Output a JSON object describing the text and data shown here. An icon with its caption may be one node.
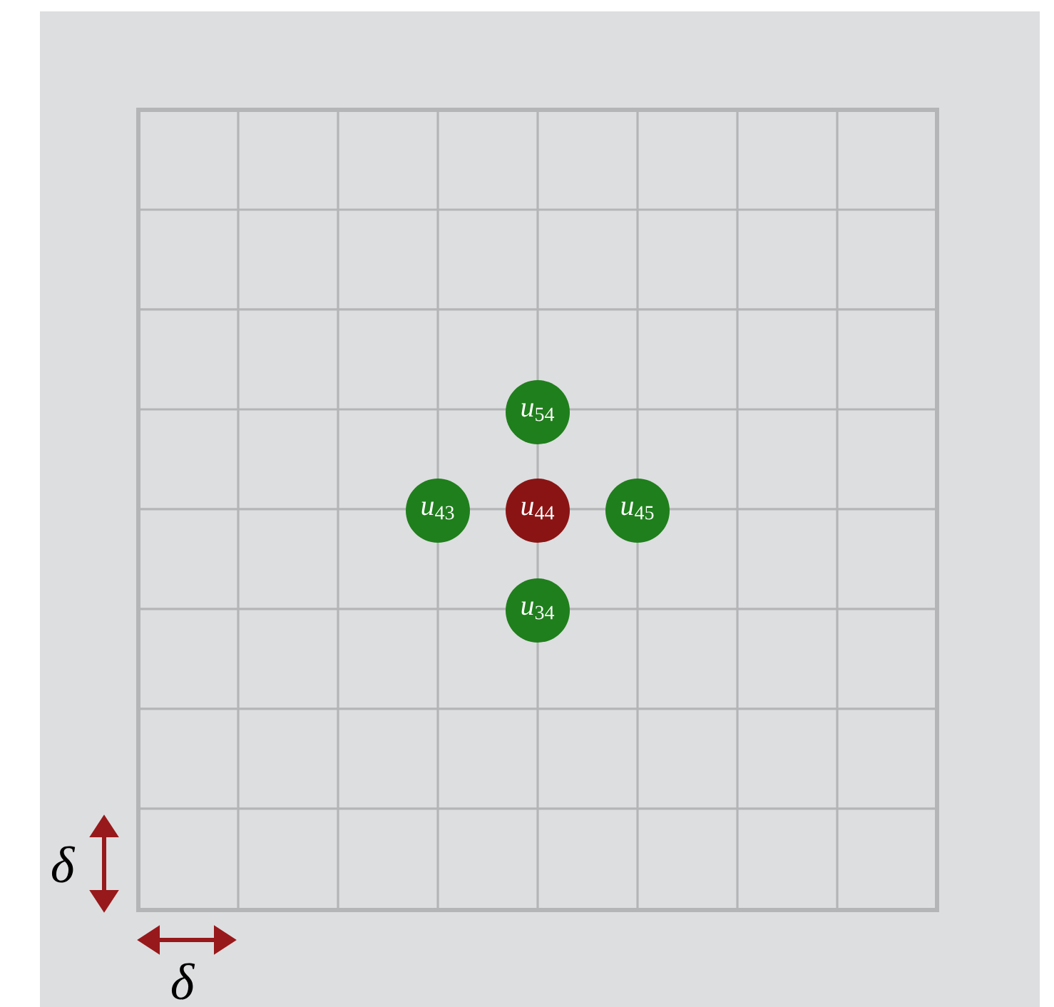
{
  "diagram": {
    "nodes": [
      {
        "text": [
          "*u*$_{54}$"
        ]
      },
      {
        "text": [
          "*u*$_{43}$"
        ]
      },
      {
        "text": [
          "*u*$_{44}$"
        ]
      },
      {
        "text": [
          "*u*$_{45}$"
        ]
      },
      {
        "text": [
          "*u*$_{34}$"
        ]
      }
    ],
    "labels": [
      "*δ*",
      "*δ*"
    ]
  }
}
